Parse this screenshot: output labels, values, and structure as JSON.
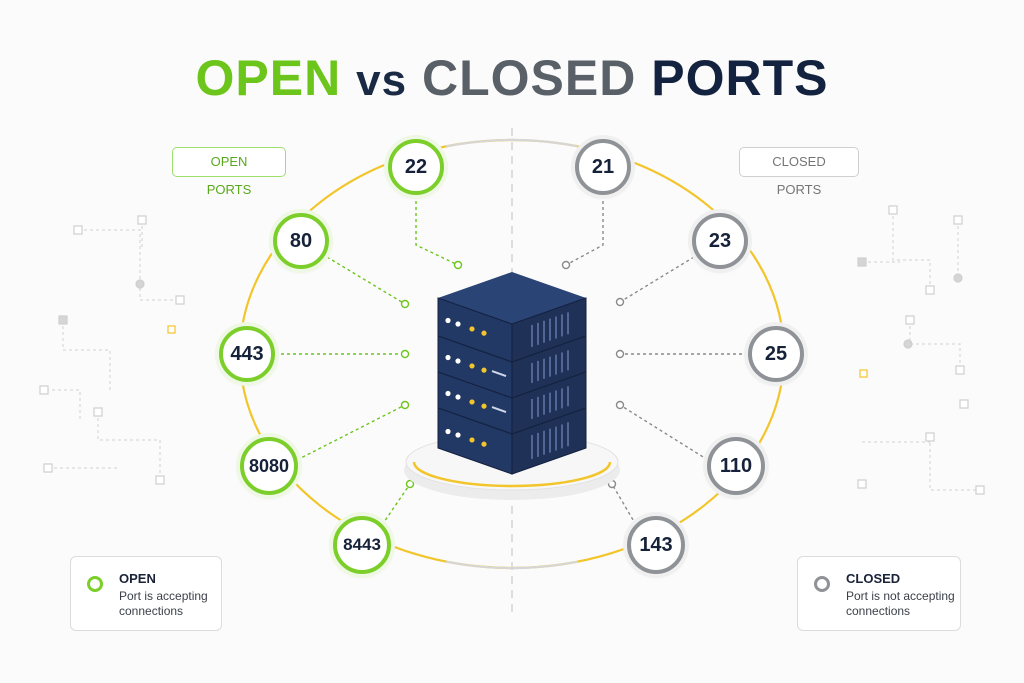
{
  "title": {
    "open": "OPEN",
    "vs": "vs",
    "closed": "CLOSED",
    "ports": "PORTS"
  },
  "labels": {
    "open_ports": "OPEN PORTS",
    "closed_ports": "CLOSED PORTS"
  },
  "ports": {
    "open": [
      "22",
      "80",
      "443",
      "8080",
      "8443"
    ],
    "closed": [
      "21",
      "23",
      "25",
      "110",
      "143"
    ]
  },
  "legend": {
    "open": {
      "title": "OPEN",
      "description": "Port is accepting connections"
    },
    "closed": {
      "title": "CLOSED",
      "description": "Port is not accepting connections"
    }
  },
  "colors": {
    "open": "#7ccf2a",
    "closed": "#8f9296",
    "ring_arc": "#f2c52a",
    "server_body": "#1f3157",
    "server_top": "#2b4476",
    "title_dark": "#13223f"
  },
  "icons": {
    "center": "server-rack-icon",
    "legend_open": "open-ring-icon",
    "legend_closed": "closed-ring-icon"
  }
}
